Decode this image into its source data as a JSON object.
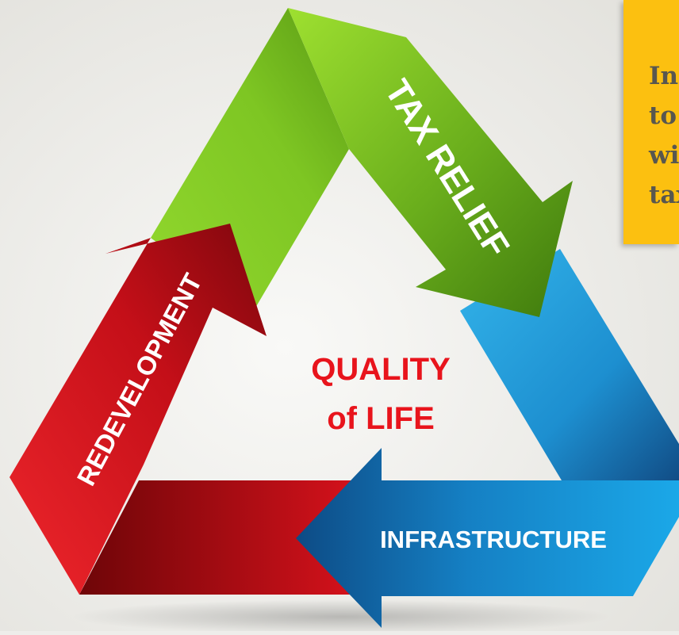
{
  "diagram": {
    "center": {
      "line1": "QUALITY",
      "line2": "of LIFE"
    },
    "arrows": [
      {
        "label": "TAX RELIEF",
        "color": "#6cae1e"
      },
      {
        "label": "INFRASTRUCTURE",
        "color": "#1d8fd0"
      },
      {
        "label": "REDEVELOPMENT",
        "color": "#c8101a"
      }
    ]
  },
  "callout": {
    "color": "#fcc010",
    "lines": [
      "Inc",
      "to",
      "wi",
      "tax"
    ]
  }
}
